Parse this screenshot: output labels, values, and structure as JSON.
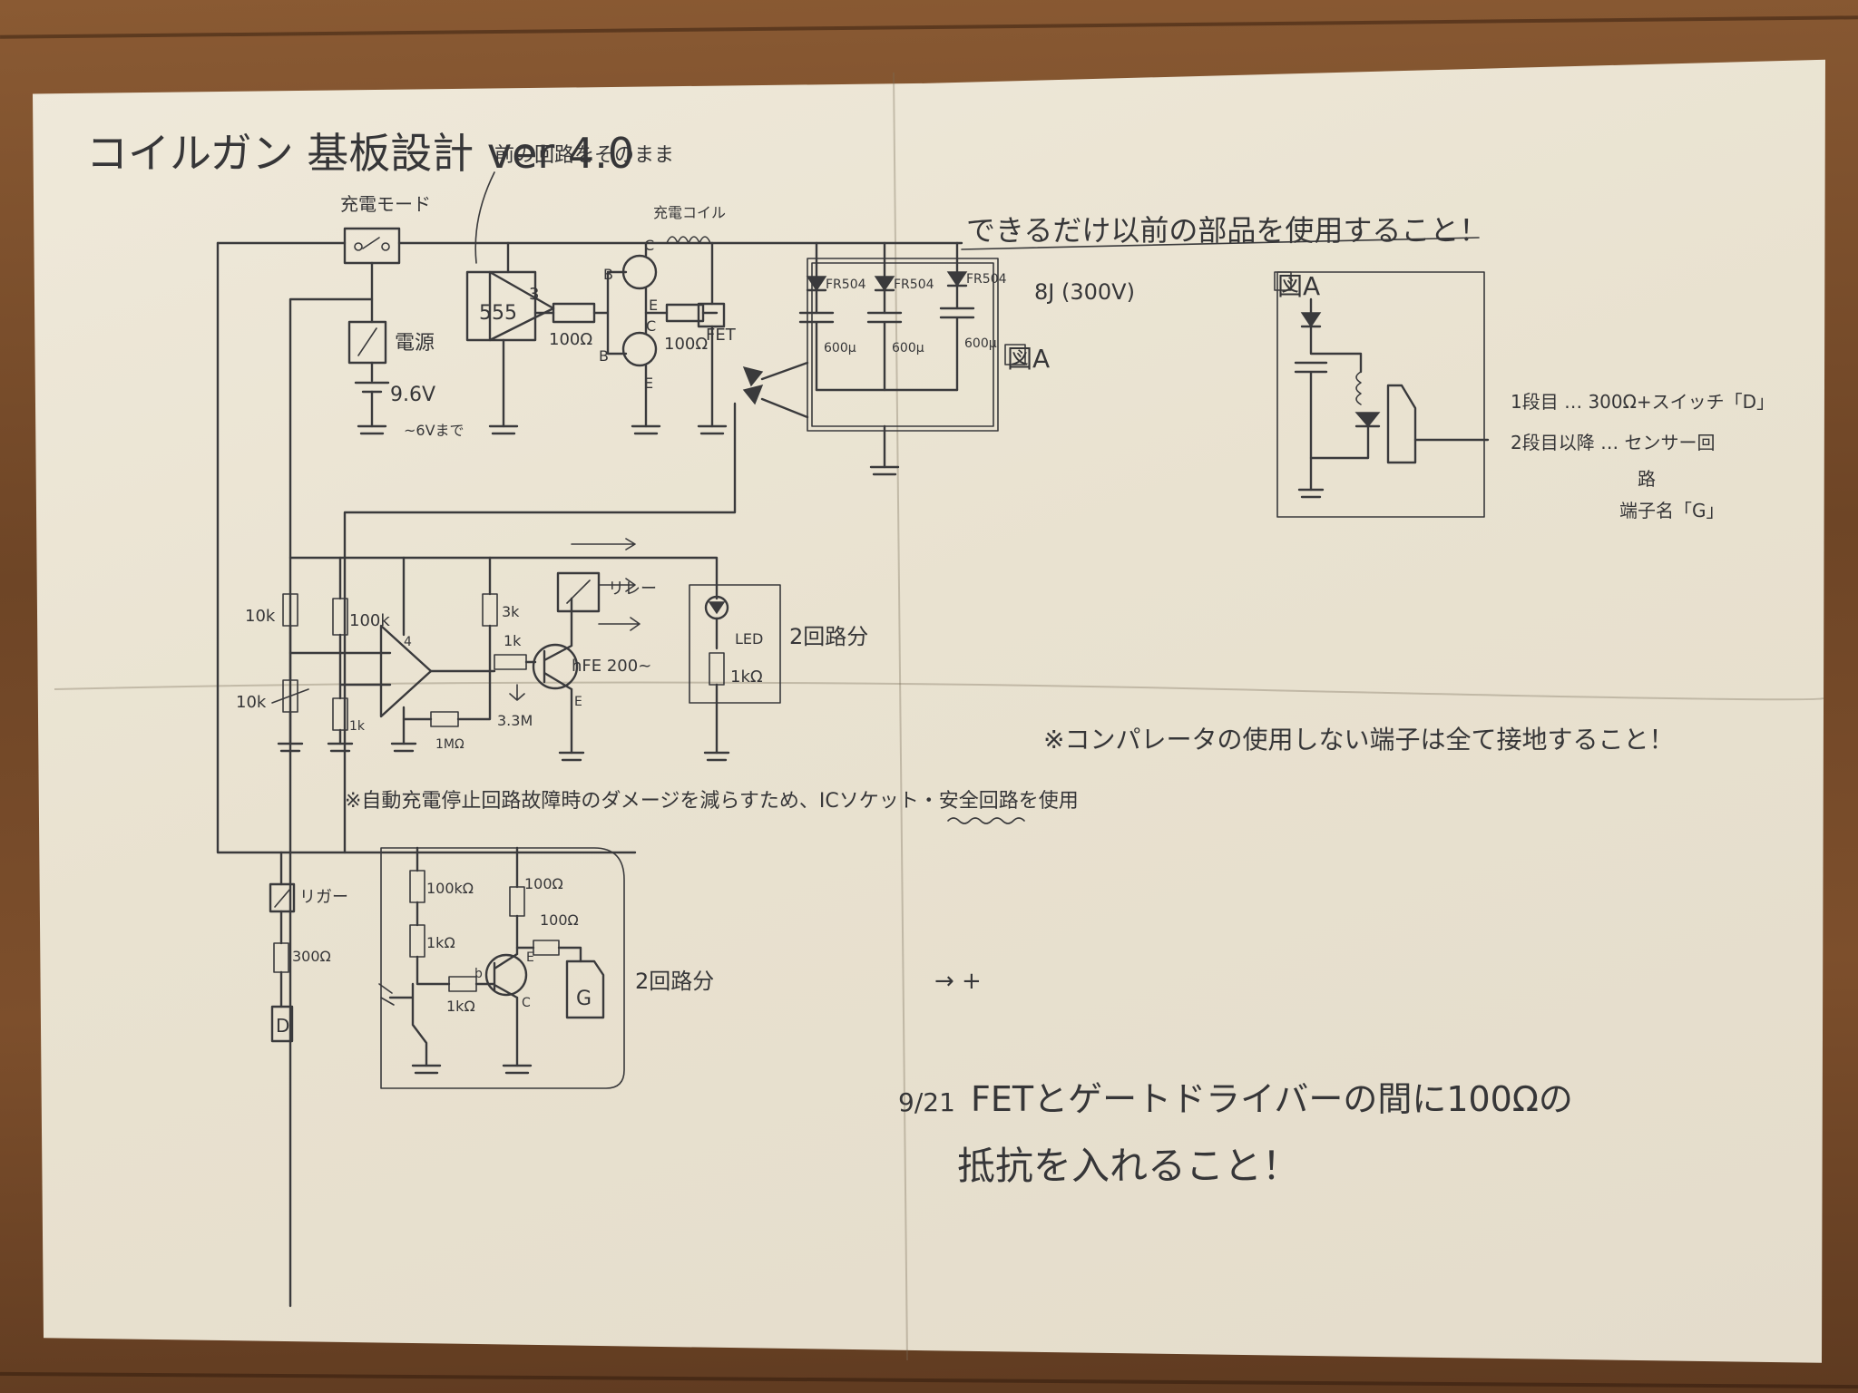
{
  "title": "コイルガン 基板設計 ver 4.0",
  "notes": {
    "reuse_old": "前の回路をそのまま",
    "use_old_parts": "できるだけ以前の部品を使用すること！",
    "comparator_note": "※コンパレータの使用しない端子は全て接地すること！",
    "socket_note": "※自動充電停止回路故障時のダメージを減らすため、ICソケット・安全回路を使用",
    "arrow": "→ +",
    "fet_note_date": "9/21",
    "fet_note_line1": "FETとゲートドライバーの間に100Ωの",
    "fet_note_line2": "抵抗を入れること！"
  },
  "top_circuit": {
    "mode_switch": "充電モード",
    "coil": "充電コイル",
    "ic": "555",
    "ic_pin": "3",
    "r1": "100Ω",
    "r2": "100Ω",
    "fet": "FET",
    "switch_label": "電源",
    "battery": "9.6V",
    "battery_note": "~6Vまで",
    "tr_b1": "B",
    "tr_c1": "C",
    "tr_e1": "E",
    "tr_b2": "B",
    "tr_c2": "C",
    "tr_e2": "E",
    "diode1": "FR504",
    "diode2": "FR504",
    "diode3": "FR504",
    "cap1": "600μ",
    "cap2": "600μ",
    "cap3": "600μ",
    "energy": "8J (300V)",
    "ref_a": "図A"
  },
  "figure_a": {
    "label": "図A",
    "stage1": "1段目 … 300Ω+スイッチ「D」",
    "stage2": "2段目以降 … センサー回",
    "stage2b": "路",
    "stage2c": "端子名「G」"
  },
  "middle_circuit": {
    "r_10k": "10k",
    "vr_10k": "10k",
    "r_100k": "100k",
    "r_1k": "1k",
    "r_3k": "3k",
    "r_1k_b": "1k",
    "r_1m": "1MΩ",
    "r_33m": "3.3M",
    "relay": "リレー",
    "hfe": "hFE 200~",
    "e": "E",
    "comp_pin": "4",
    "led": "LED",
    "led_r": "1kΩ",
    "circuits": "2回路分"
  },
  "bottom_circuit": {
    "trigger": "リガー",
    "r300": "300Ω",
    "term_d": "D",
    "r100k": "100kΩ",
    "r1k": "1kΩ",
    "r1k_b": "1kΩ",
    "r100": "100Ω",
    "r100_b": "100Ω",
    "b": "b",
    "e": "E",
    "c": "C",
    "term_g": "G",
    "circuits": "2回路分"
  }
}
